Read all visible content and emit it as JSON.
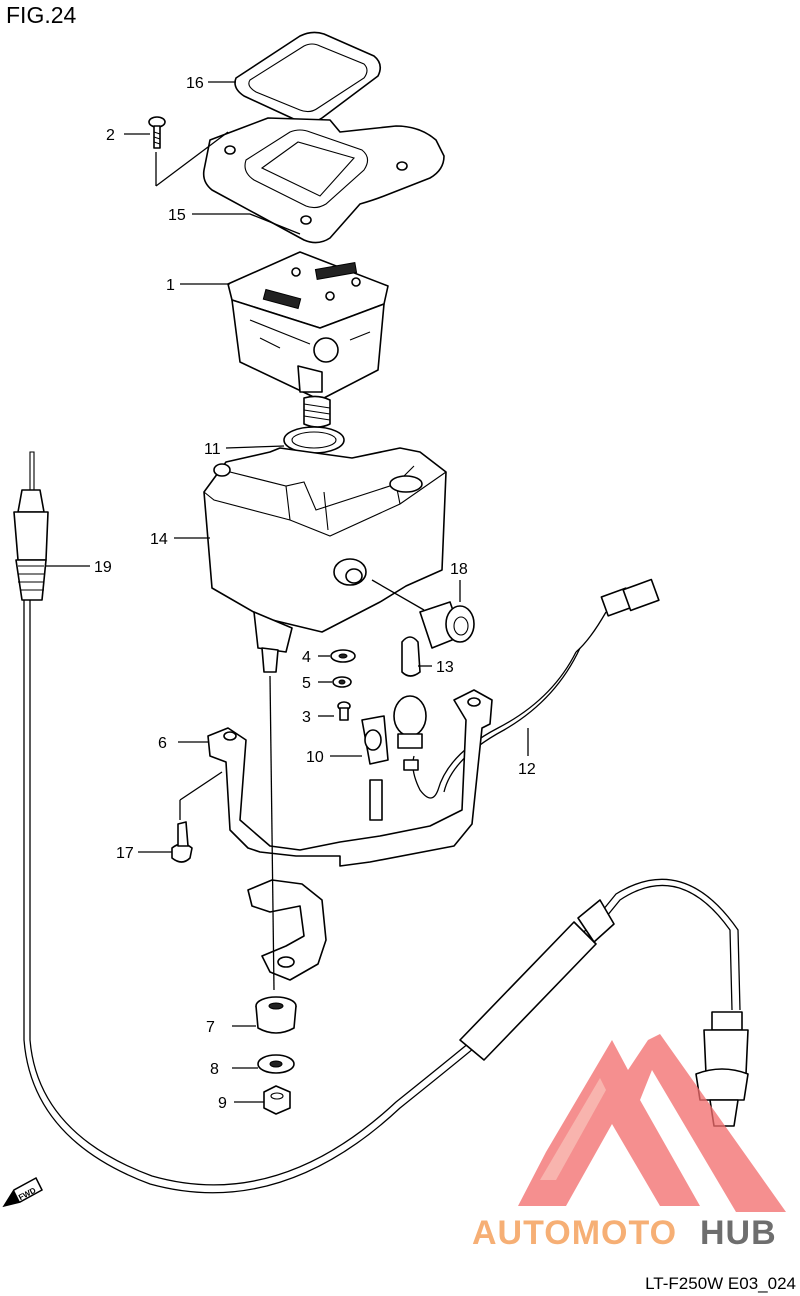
{
  "figure": {
    "title": "FIG.24",
    "code": "LT-F250W E03_024"
  },
  "callouts": [
    {
      "id": "16",
      "label": "16"
    },
    {
      "id": "2",
      "label": "2"
    },
    {
      "id": "15",
      "label": "15"
    },
    {
      "id": "1",
      "label": "1"
    },
    {
      "id": "11",
      "label": "11"
    },
    {
      "id": "14",
      "label": "14"
    },
    {
      "id": "19",
      "label": "19"
    },
    {
      "id": "18",
      "label": "18"
    },
    {
      "id": "4",
      "label": "4"
    },
    {
      "id": "13",
      "label": "13"
    },
    {
      "id": "5",
      "label": "5"
    },
    {
      "id": "3",
      "label": "3"
    },
    {
      "id": "6",
      "label": "6"
    },
    {
      "id": "10",
      "label": "10"
    },
    {
      "id": "12",
      "label": "12"
    },
    {
      "id": "17",
      "label": "17"
    },
    {
      "id": "7",
      "label": "7"
    },
    {
      "id": "8",
      "label": "8"
    },
    {
      "id": "9",
      "label": "9"
    }
  ],
  "direction_marker": {
    "text": "FWD"
  },
  "watermark": {
    "part1": "AUTOMOTO",
    "part2": "HUB",
    "color1": "#f5a25d",
    "color2": "#555555",
    "triangle_color": "#f26d6d"
  }
}
